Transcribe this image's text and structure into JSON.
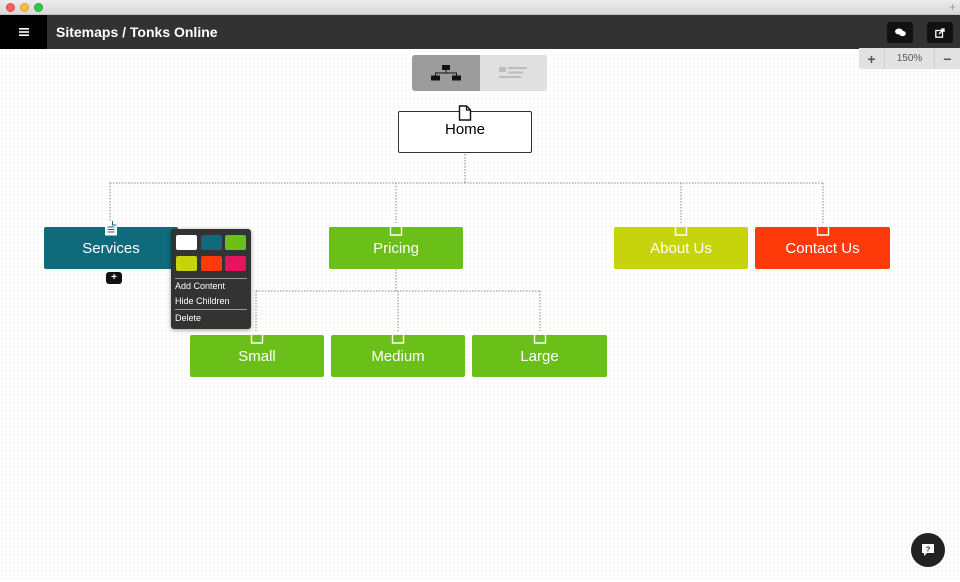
{
  "window": {},
  "header": {
    "title": "Sitemaps / Tonks Online"
  },
  "zoom": {
    "plus": "+",
    "level": "150%",
    "minus": "−"
  },
  "view_toggle": {
    "active": "tree"
  },
  "nodes": {
    "home": "Home",
    "services": "Services",
    "pricing": "Pricing",
    "about": "About Us",
    "contact": "Contact Us",
    "small": "Small",
    "medium": "Medium",
    "large": "Large"
  },
  "colors": {
    "teal": "#0f6a7c",
    "green": "#6abf18",
    "lime": "#c7d30b",
    "red": "#ff3a0a",
    "white": "#ffffff",
    "pink": "#e8135f"
  },
  "context_menu": {
    "swatches": [
      "#ffffff",
      "#0f6a7c",
      "#6abf18",
      "#c7d30b",
      "#ff3a0a",
      "#e8135f"
    ],
    "add_content": "Add Content",
    "hide_children": "Hide Children",
    "delete": "Delete"
  },
  "add_child_symbol": "+",
  "help_icon": "question-chat-icon"
}
